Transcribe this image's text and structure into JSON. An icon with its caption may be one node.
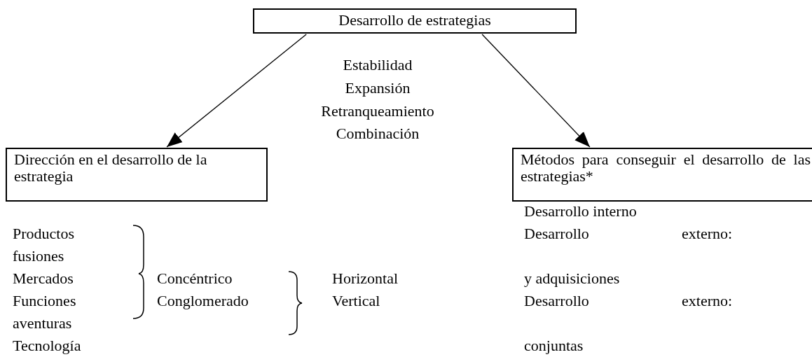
{
  "diagram": {
    "nodes": [
      {
        "text": [
          "Desarrollo de estrategias"
        ]
      },
      {
        "text": [
          "Dirección  en el desarrollo de la estrategia"
        ]
      },
      {
        "text": [
          "Métodos para conseguir el desarrollo de las estrategias*"
        ]
      }
    ],
    "edges": [
      {
        "from": 0,
        "to": 1,
        "arrow": "to"
      },
      {
        "from": 0,
        "to": 2,
        "arrow": "to"
      }
    ],
    "labels": [
      "Estabilidad",
      "Expansión",
      "Retranqueamiento",
      "Combinación",
      "Desarrollo interno",
      "Productos",
      "Desarrollo",
      "externo:",
      "fusiones",
      "Mercados",
      "Concéntrico",
      "Horizontal",
      "y adquisiciones",
      "Funciones",
      "Conglomerado",
      "Vertical",
      "Desarrollo",
      "externo:",
      "aventuras",
      "Tecnología",
      "conjuntas"
    ]
  }
}
